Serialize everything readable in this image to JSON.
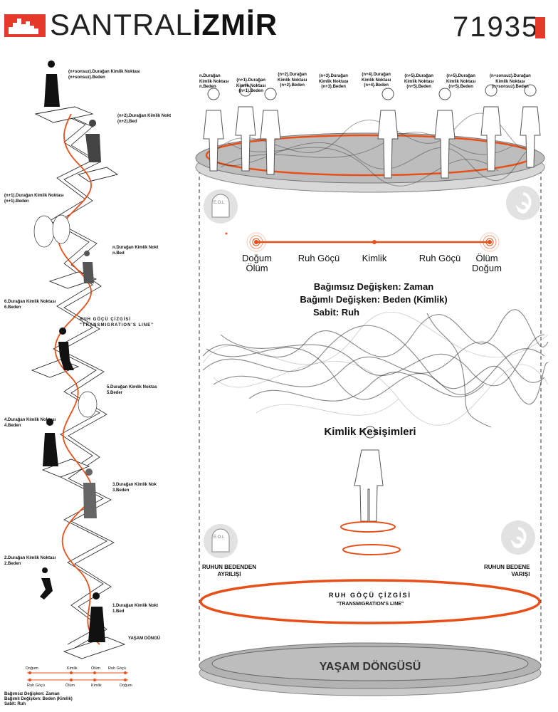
{
  "header": {
    "brand_a": "SANTRAL",
    "brand_b": "İZMİR",
    "code": "71935"
  },
  "left_panel": {
    "labels": [
      "(n+sonsuz).Durağan Kimlik Noktası\n(n+sonsuz).Beden",
      "(n+2).Durağan Kimlik Nokt\n(n+2).Bed",
      "(n+1).Durağan Kimlik Noktası\n(n+1).Beden",
      "n.Durağan Kimlik Nokt\nn.Bed",
      "6.Durağan Kimlik Noktası\n6.Beden",
      "RUH GÖÇÜ ÇİZGİSİ\n\"TRANSMIGRATION'S LINE\"",
      "5.Durağan Kimlik Noktas\n5.Beder",
      "4.Durağan Kimlik Noktası\n4.Beden",
      "3.Durağan Kimlik Nok\n3.Beden",
      "2.Durağan Kimlik Noktası\n2.Beden",
      "1.Durağan Kimlik Nokt\n1.Bed",
      "YAŞAM DÖNGÜ"
    ],
    "legend_top": [
      "Doğum",
      "Kimlik",
      "Ölüm",
      "Ruh Göçü"
    ],
    "legend_bottom": [
      "Ruh Göçü",
      "Ölüm",
      "Kimlik",
      "Doğum"
    ],
    "vars": "Bağımsız Değişken: Zaman\nBağımlı Değişken: Beden (Kimlik)\nSabit: Ruh"
  },
  "right_panel": {
    "top_labels": [
      "n.Durağan\nKimlik Noktası\nn.Beden",
      "(n+1).Durağan\nKimlik Noktası\n(n+1).Beden",
      "(n+2).Durağan\nKimlik Noktası\n(n+2).Beden",
      "(n+3).Durağan\nKimlik Noktası\n(n+3).Beden",
      "(n+4).Durağan\nKimlik Noktası\n(n+4).Beden",
      "(n+5).Durağan\nKimlik Noktası\n(n+5).Beden",
      "(n+5).Durağan\nKimlik Noktası\n(n+5).Beden",
      "(n+sonsuz).Durağan\nKimlik Noktası\n(n+sonsuz).Beden"
    ],
    "eol": "E.O.L",
    "timeline": {
      "start": "Doğum\nÖlüm",
      "ruh1": "Ruh Göçü",
      "kimlik": "Kimlik",
      "ruh2": "Ruh Göçü",
      "end": "Ölüm\nDoğum"
    },
    "vars": {
      "l1": "Bağımsız Değişken: Zaman",
      "l2": "Bağımlı Değişken: Beden (Kimlik)",
      "l3": "Sabit: Ruh"
    },
    "intersections": "Kimlik Kesişimleri",
    "left_caption": "RUHUN BEDENDEN\nAYRILIŞI",
    "right_caption": "RUHUN BEDENE\nVARIŞI",
    "ring_title": "RUH GÖÇÜ ÇİZGİSİ",
    "ring_sub": "\"TRANSMIGRATION'S LINE\"",
    "base": "YAŞAM DÖNGÜSÜ"
  },
  "colors": {
    "accent": "#e8501a",
    "brand_red": "#e53a2a"
  }
}
